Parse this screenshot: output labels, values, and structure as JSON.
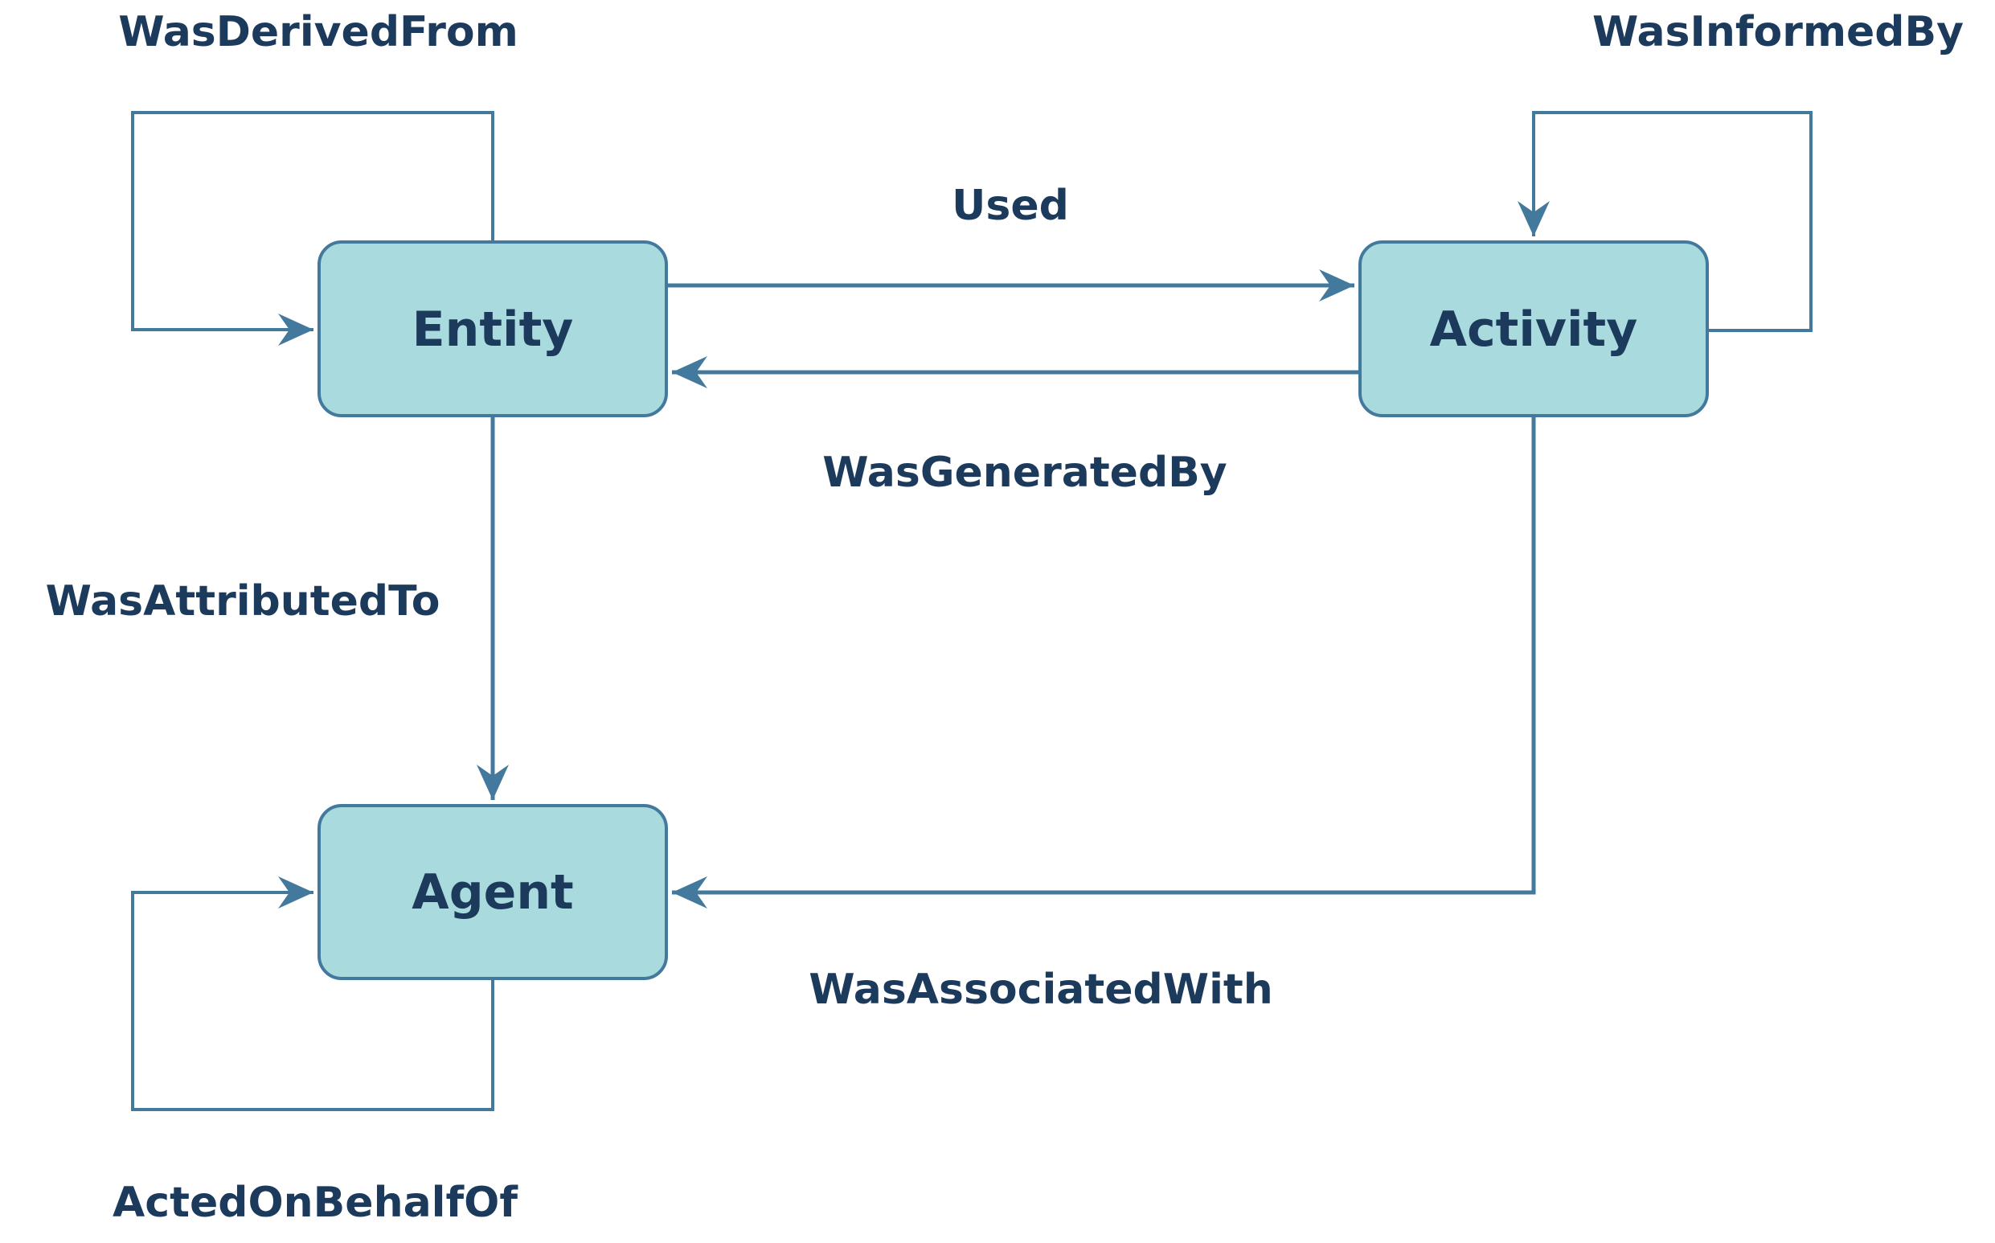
{
  "colors": {
    "node_fill": "#a9dadd",
    "node_border": "#44799e",
    "line": "#44799e",
    "label_text": "#1c3a5c",
    "background": "#ffffff"
  },
  "nodes": [
    {
      "id": "entity",
      "label": "Entity"
    },
    {
      "id": "activity",
      "label": "Activity"
    },
    {
      "id": "agent",
      "label": "Agent"
    }
  ],
  "edges": [
    {
      "id": "was-derived-from",
      "label": "WasDerivedFrom",
      "from": "entity",
      "to": "entity"
    },
    {
      "id": "was-informed-by",
      "label": "WasInformedBy",
      "from": "activity",
      "to": "activity"
    },
    {
      "id": "used",
      "label": "Used",
      "from": "entity",
      "to": "activity"
    },
    {
      "id": "was-generated-by",
      "label": "WasGeneratedBy",
      "from": "activity",
      "to": "entity"
    },
    {
      "id": "was-attributed-to",
      "label": "WasAttributedTo",
      "from": "entity",
      "to": "agent"
    },
    {
      "id": "was-associated-with",
      "label": "WasAssociatedWith",
      "from": "activity",
      "to": "agent"
    },
    {
      "id": "acted-on-behalf-of",
      "label": "ActedOnBehalfOf",
      "from": "agent",
      "to": "agent"
    }
  ]
}
